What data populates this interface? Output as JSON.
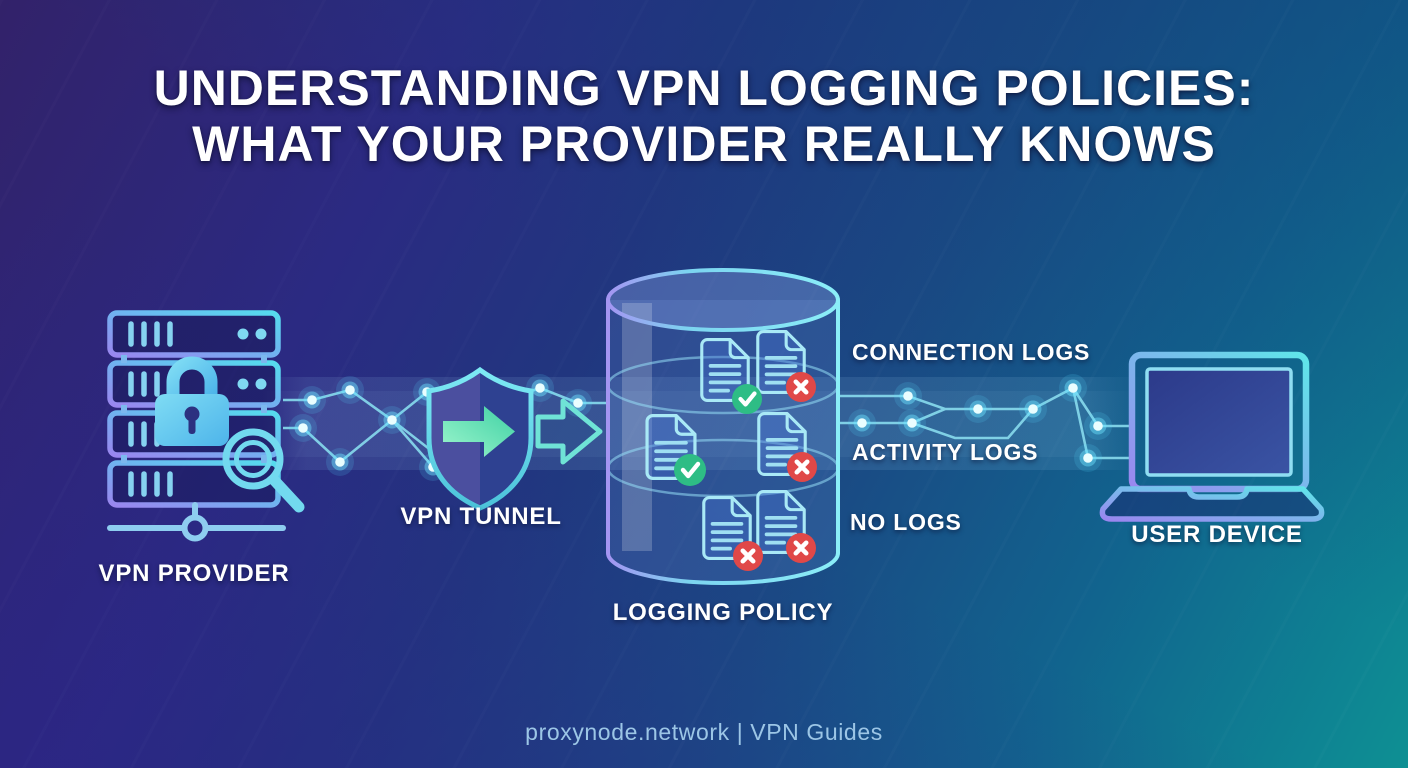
{
  "title": {
    "line1": "UNDERSTANDING VPN LOGGING POLICIES:",
    "line2": "WHAT YOUR PROVIDER REALLY KNOWS"
  },
  "diagram": {
    "nodes": [
      {
        "id": "vpn-provider",
        "label": "VPN PROVIDER",
        "icon": "server-lock-magnifier-icon"
      },
      {
        "id": "vpn-tunnel",
        "label": "VPN TUNNEL",
        "icon": "shield-arrow-icon"
      },
      {
        "id": "logging-policy",
        "label": "LOGGING POLICY",
        "icon": "database-cylinder-icon"
      },
      {
        "id": "user-device",
        "label": "USER DEVICE",
        "icon": "laptop-icon"
      }
    ],
    "log_types": [
      {
        "label": "CONNECTION LOGS",
        "documents": [
          {
            "badge": "check"
          },
          {
            "badge": "cross"
          }
        ]
      },
      {
        "label": "ACTIVITY LOGS",
        "documents": [
          {
            "badge": "check"
          },
          {
            "badge": "cross"
          }
        ]
      },
      {
        "label": "NO LOGS",
        "documents": [
          {
            "badge": "cross"
          },
          {
            "badge": "cross"
          }
        ]
      }
    ]
  },
  "footer": {
    "text": "proxynode.network | VPN Guides"
  },
  "colors": {
    "background_top_left": "#32226a",
    "background_indigo": "#2c2386",
    "background_blue": "#1a4a84",
    "background_teal": "#0e8a93",
    "icon_stroke_purple": "#9a86ef",
    "icon_stroke_cyan": "#55d9ee",
    "node_glow_cyan": "#7defff",
    "tunnel_arrow_green": "#3fd1a4",
    "check_green": "#2ebd85",
    "cross_red": "#e04848",
    "label_text": "#ffffff",
    "footer_text": "#9cc6e6"
  }
}
